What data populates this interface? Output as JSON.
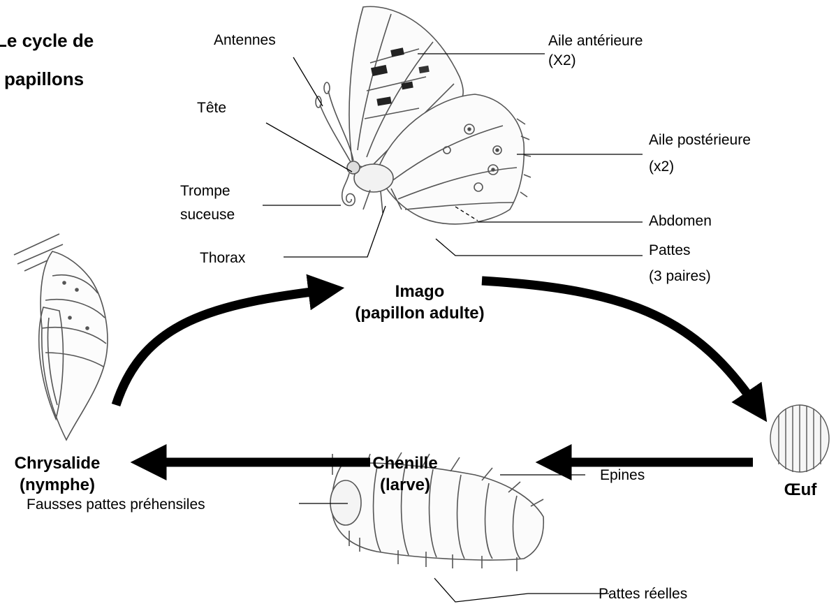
{
  "title": {
    "line1": "Le cycle de",
    "line2": "papillons"
  },
  "stages": {
    "imago": {
      "line1": "Imago",
      "line2": "(papillon adulte)"
    },
    "oeuf": {
      "line1": "Œuf"
    },
    "chenille": {
      "line1": "Chenille",
      "line2": "(larve)"
    },
    "chrysalide": {
      "line1": "Chrysalide",
      "line2": "(nymphe)"
    }
  },
  "butterfly_labels": {
    "antennes": "Antennes",
    "tete": "Tête",
    "trompe_1": "Trompe",
    "trompe_2": "suceuse",
    "thorax": "Thorax",
    "aile_ant_1": "Aile antérieure",
    "aile_ant_2": "(X2)",
    "aile_post_1": "Aile postérieure",
    "aile_post_2": "(x2)",
    "abdomen": "Abdomen",
    "pattes_1": "Pattes",
    "pattes_2": "(3 paires)"
  },
  "caterpillar_labels": {
    "epines": "Epines",
    "fausses_pattes": "Fausses pattes préhensiles",
    "pattes_reelles": "Pattes  réelles"
  },
  "colors": {
    "ink": "#000000",
    "drawing": "#555555",
    "background": "#ffffff"
  }
}
